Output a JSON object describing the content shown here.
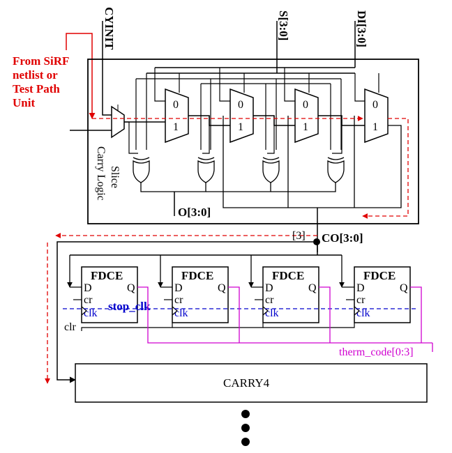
{
  "signals": {
    "cyinit": "CYINIT",
    "s": "S[3:0]",
    "di": "DI[3:0]",
    "o": "O[3:0]",
    "co": "CO[3:0]",
    "co_tap": "[3]",
    "stop_clk": "stop_clk",
    "therm_code": "therm_code[0:3]"
  },
  "source_label": [
    "From SiRF",
    "netlist or",
    "Test Path",
    "Unit"
  ],
  "slice_label": [
    "Slice",
    "Carry Logic"
  ],
  "mux_inputs": {
    "zero": "0",
    "one": "1"
  },
  "flip_flop": {
    "title": "FDCE",
    "d": "D",
    "q": "Q",
    "cr": "cr",
    "clk": "clk",
    "count": 4
  },
  "clr_label": "clr",
  "carry4_label": "CARRY4",
  "colors": {
    "wire": "#000000",
    "test_path": "#e00000",
    "clock": "#0000cc",
    "therm": "#d000d0"
  }
}
